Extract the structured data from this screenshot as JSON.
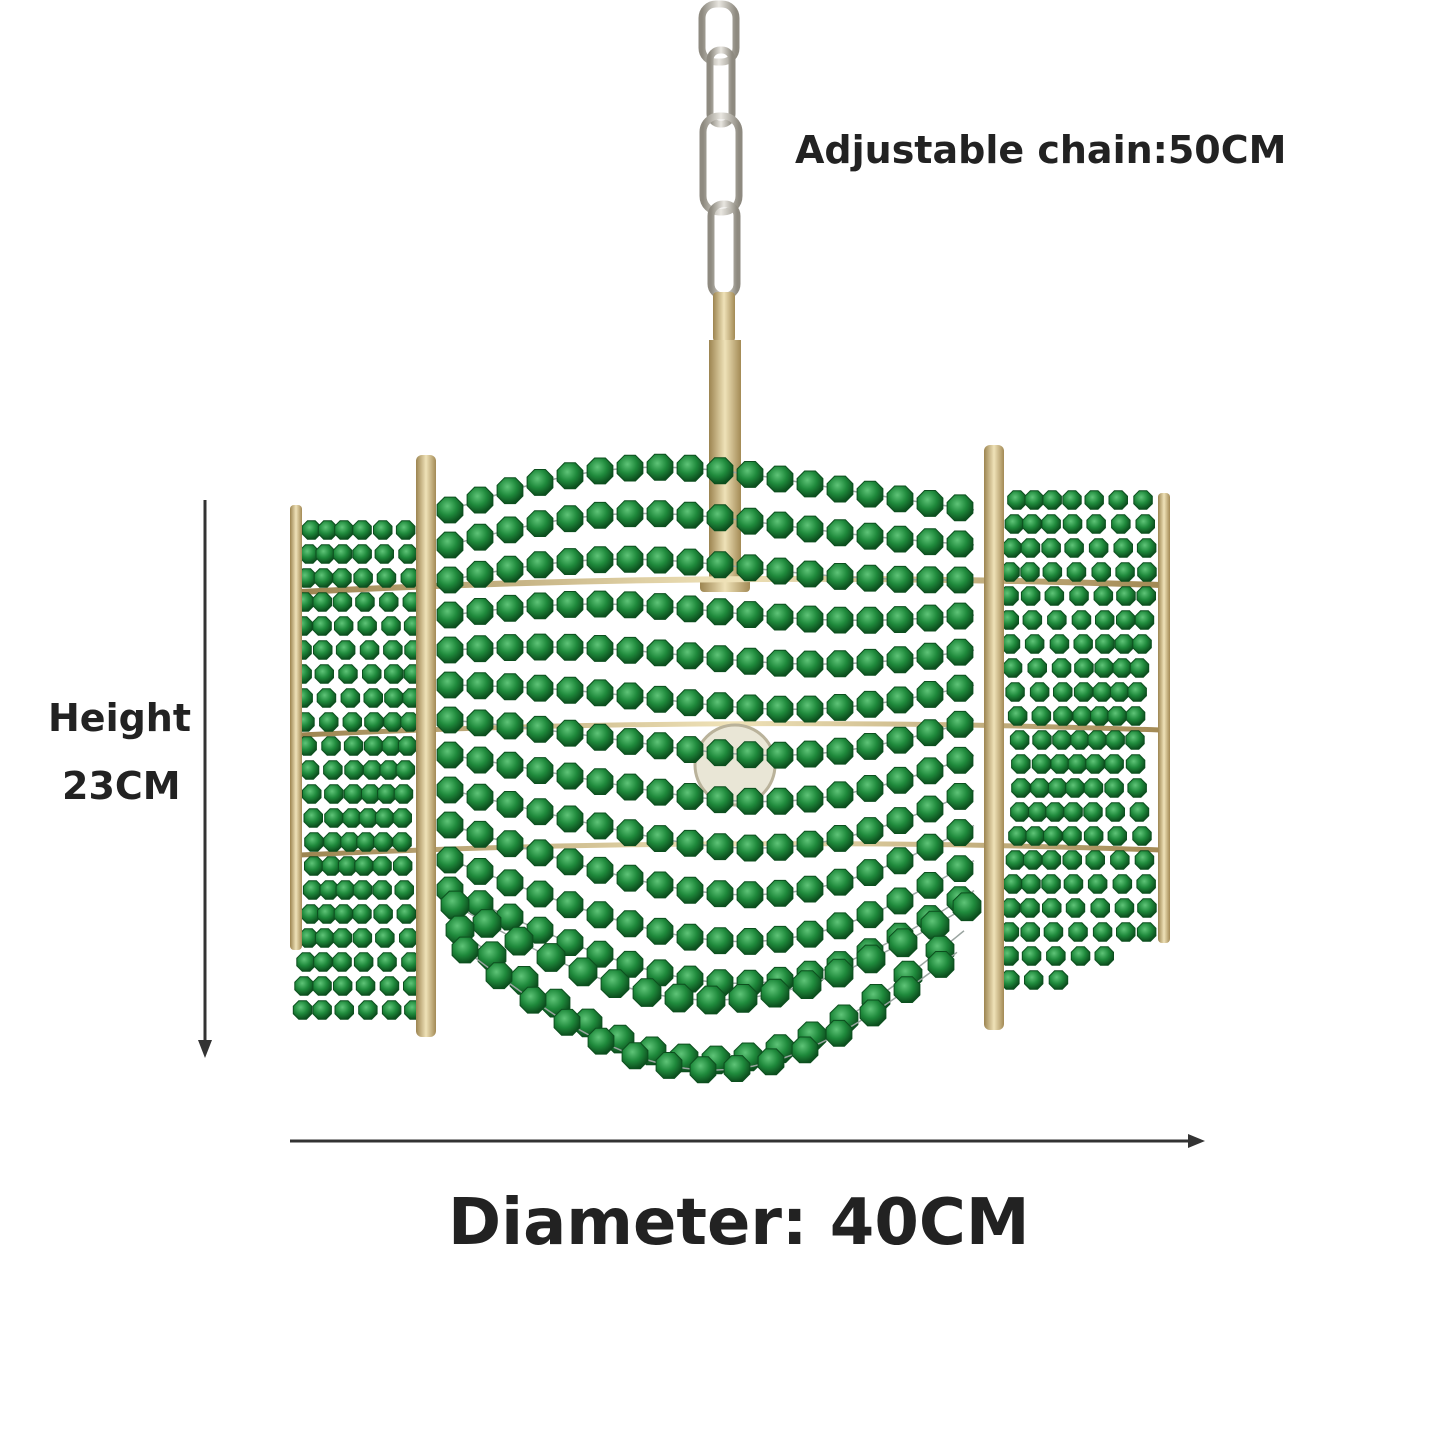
{
  "labels": {
    "chain": "Adjustable chain:50CM",
    "height_line1": "Height",
    "height_line2": "23CM",
    "diameter": "Diameter:  40CM"
  },
  "colors": {
    "crystal": "#1f8a3c",
    "crystal_dark": "#0f5e25",
    "crystal_light": "#49b463",
    "metal_gold": "#c8b27a",
    "chain_silver": "#b7b3a8",
    "text": "#222222",
    "arrow": "#333333"
  }
}
